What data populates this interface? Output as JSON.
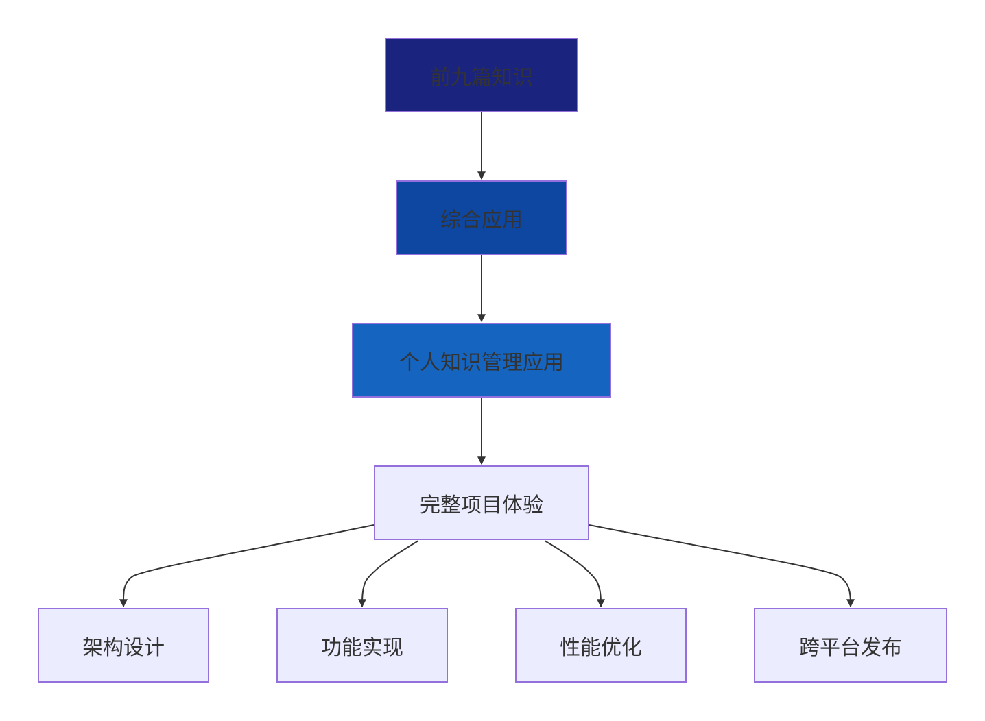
{
  "nodes": {
    "prior_knowledge": {
      "label": "前九篇知识",
      "fill": "#1a237e"
    },
    "comprehensive_app": {
      "label": "综合应用",
      "fill": "#0d47a1"
    },
    "pkm_app": {
      "label": "个人知识管理应用",
      "fill": "#1565c0"
    },
    "full_project": {
      "label": "完整项目体验",
      "fill": "#ececff"
    },
    "architecture": {
      "label": "架构设计",
      "fill": "#ececff"
    },
    "implementation": {
      "label": "功能实现",
      "fill": "#ececff"
    },
    "optimization": {
      "label": "性能优化",
      "fill": "#ececff"
    },
    "cross_platform": {
      "label": "跨平台发布",
      "fill": "#ececff"
    }
  },
  "edges": [
    {
      "from": "prior_knowledge",
      "to": "comprehensive_app"
    },
    {
      "from": "comprehensive_app",
      "to": "pkm_app"
    },
    {
      "from": "pkm_app",
      "to": "full_project"
    },
    {
      "from": "full_project",
      "to": "architecture"
    },
    {
      "from": "full_project",
      "to": "implementation"
    },
    {
      "from": "full_project",
      "to": "optimization"
    },
    {
      "from": "full_project",
      "to": "cross_platform"
    }
  ],
  "colors": {
    "edge": "#333333",
    "node_border": "#9370DB",
    "text": "#333333"
  }
}
